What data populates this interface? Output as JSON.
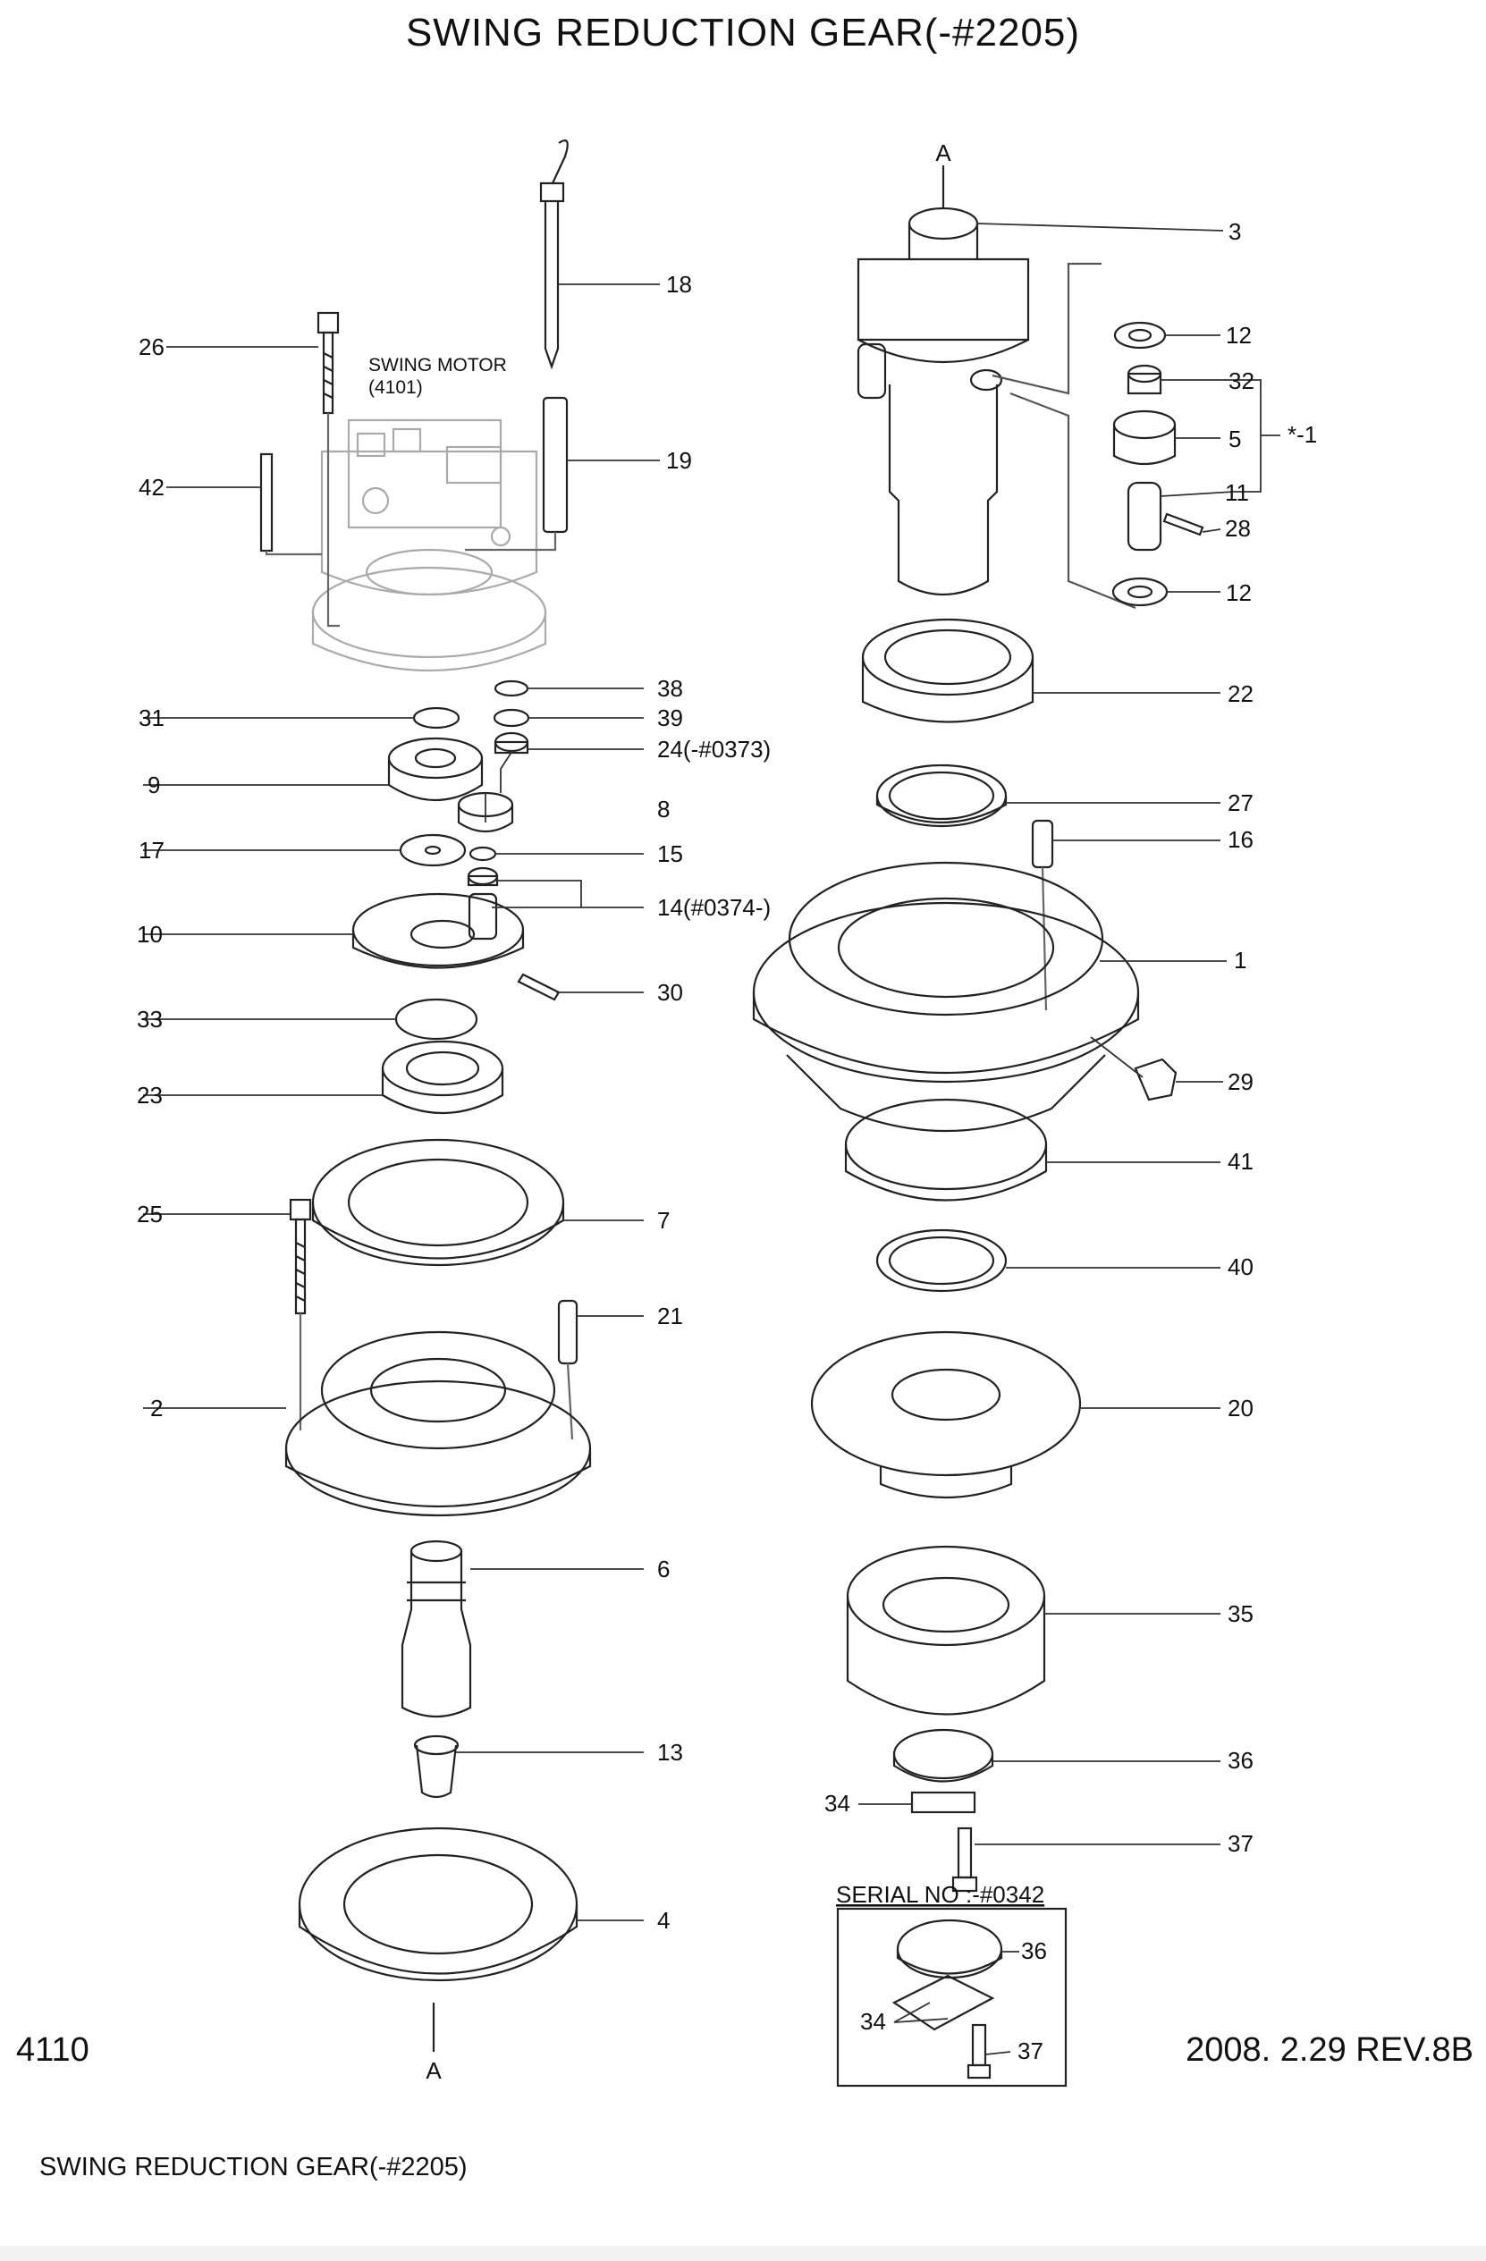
{
  "title": "SWING REDUCTION GEAR(-#2205)",
  "page_number": "4110",
  "revision": "2008. 2.29  REV.8B",
  "footer_caption": "SWING REDUCTION GEAR(-#2205)",
  "section_marker": "A",
  "swing_motor": {
    "name": "SWING MOTOR",
    "code": "(4101)"
  },
  "serial_note": "SERIAL NO :-#0342",
  "group_label": "*-1",
  "parts": {
    "p1": "1",
    "p2": "2",
    "p3": "3",
    "p4": "4",
    "p5": "5",
    "p6": "6",
    "p7": "7",
    "p8": "8",
    "p9": "9",
    "p10": "10",
    "p11": "11",
    "p12a": "12",
    "p12b": "12",
    "p13": "13",
    "p14": "14(#0374-)",
    "p15": "15",
    "p16": "16",
    "p17": "17",
    "p18": "18",
    "p19": "19",
    "p20": "20",
    "p21": "21",
    "p22": "22",
    "p23": "23",
    "p24": "24(-#0373)",
    "p25": "25",
    "p26": "26",
    "p27": "27",
    "p28": "28",
    "p29": "29",
    "p30": "30",
    "p31": "31",
    "p32": "32",
    "p33": "33",
    "p34": "34",
    "p35": "35",
    "p36": "36",
    "p37": "37",
    "p38": "38",
    "p39": "39",
    "p40": "40",
    "p41": "41",
    "p42": "42",
    "s34": "34",
    "s36": "36",
    "s37": "37"
  }
}
